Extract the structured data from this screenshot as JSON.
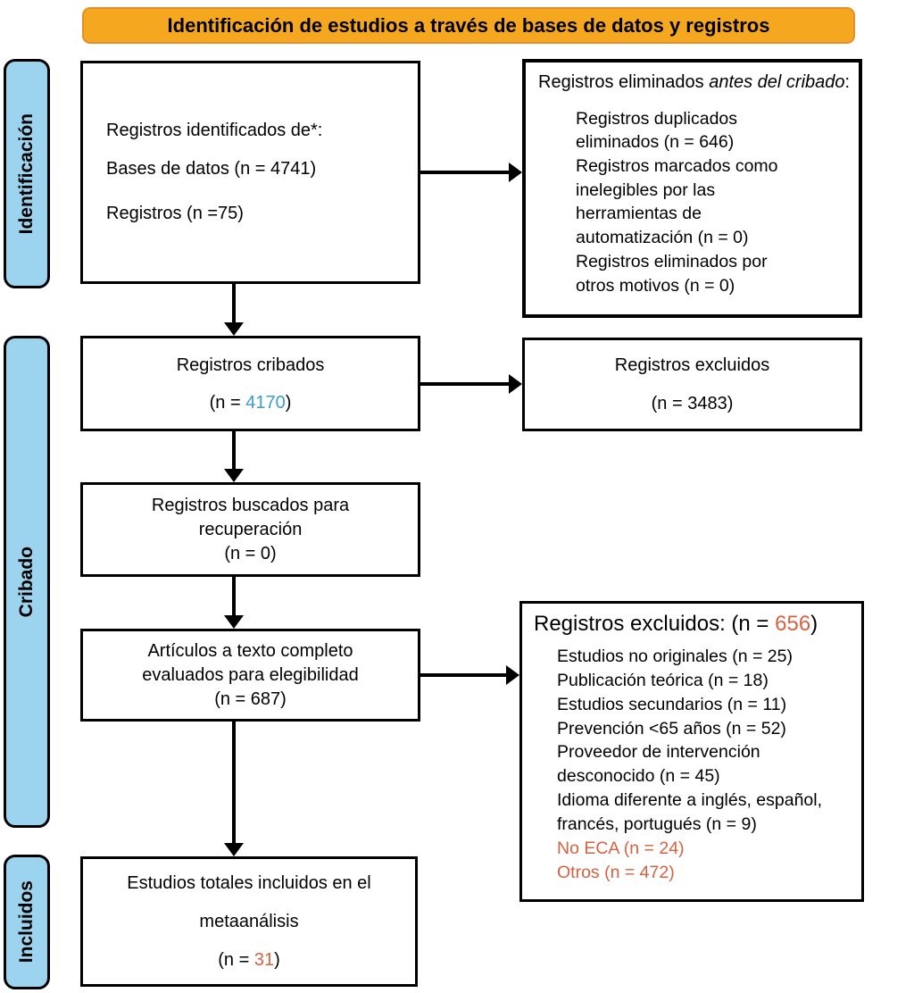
{
  "colors": {
    "title_bg": "#F5A81F",
    "title_border": "#E3902C",
    "sidebar_bg": "#9CD3EE",
    "accent_blue": "#3B9DCC",
    "accent_orange": "#D96040",
    "ink": "#000000"
  },
  "title": "Identificación de estudios a través de bases de datos y registros",
  "sidebar": {
    "identification": "Identificación",
    "screening": "Cribado",
    "included": "Incluidos"
  },
  "boxes": {
    "identified": {
      "lines": [
        "Registros identificados de*:",
        "Bases de datos (n = 4741)",
        "Registros (n =75)"
      ]
    },
    "removed_before_screening": {
      "title_normal": "Registros eliminados ",
      "title_italic": "antes del cribado",
      "title_suffix": ":",
      "items": [
        "Registros duplicados eliminados (n = 646)",
        "Registros marcados como inelegibles por las herramientas de automatización (n = 0)",
        "Registros eliminados por otros motivos (n = 0)"
      ]
    },
    "screened": {
      "line1": "Registros cribados",
      "n_prefix": "(n = ",
      "n_value": "4170",
      "n_suffix": ")"
    },
    "records_excluded": {
      "line1": "Registros excluidos",
      "line2": "(n = 3483)"
    },
    "sought": {
      "lines": [
        "Registros buscados para",
        "recuperación",
        "(n = 0)"
      ]
    },
    "fulltext_assessed": {
      "lines": [
        "Artículos a texto completo",
        "evaluados para elegibilidad",
        "(n = 687)"
      ]
    },
    "fulltext_excluded": {
      "title_prefix": "Registros excluidos: (n = ",
      "title_value": "656",
      "title_suffix": ")",
      "items": [
        {
          "text": "Estudios no originales (n = 25)",
          "highlight": false
        },
        {
          "text": "Publicación teórica (n = 18)",
          "highlight": false
        },
        {
          "text": "Estudios secundarios (n = 11)",
          "highlight": false
        },
        {
          "text": "Prevención <65 años (n = 52)",
          "highlight": false
        },
        {
          "text": "Proveedor de intervención desconocido (n = 45)",
          "highlight": false
        },
        {
          "text": "Idioma diferente a inglés, español, francés, portugués (n = 9)",
          "highlight": false
        },
        {
          "text": "No ECA (n = 24)",
          "highlight": true
        },
        {
          "text": "Otros (n = 472)",
          "highlight": true
        }
      ]
    },
    "included_total": {
      "line1": "Estudios totales incluidos en el",
      "line2": "metaanálisis",
      "n_prefix": "(n = ",
      "n_value": "31",
      "n_suffix": ")"
    }
  }
}
